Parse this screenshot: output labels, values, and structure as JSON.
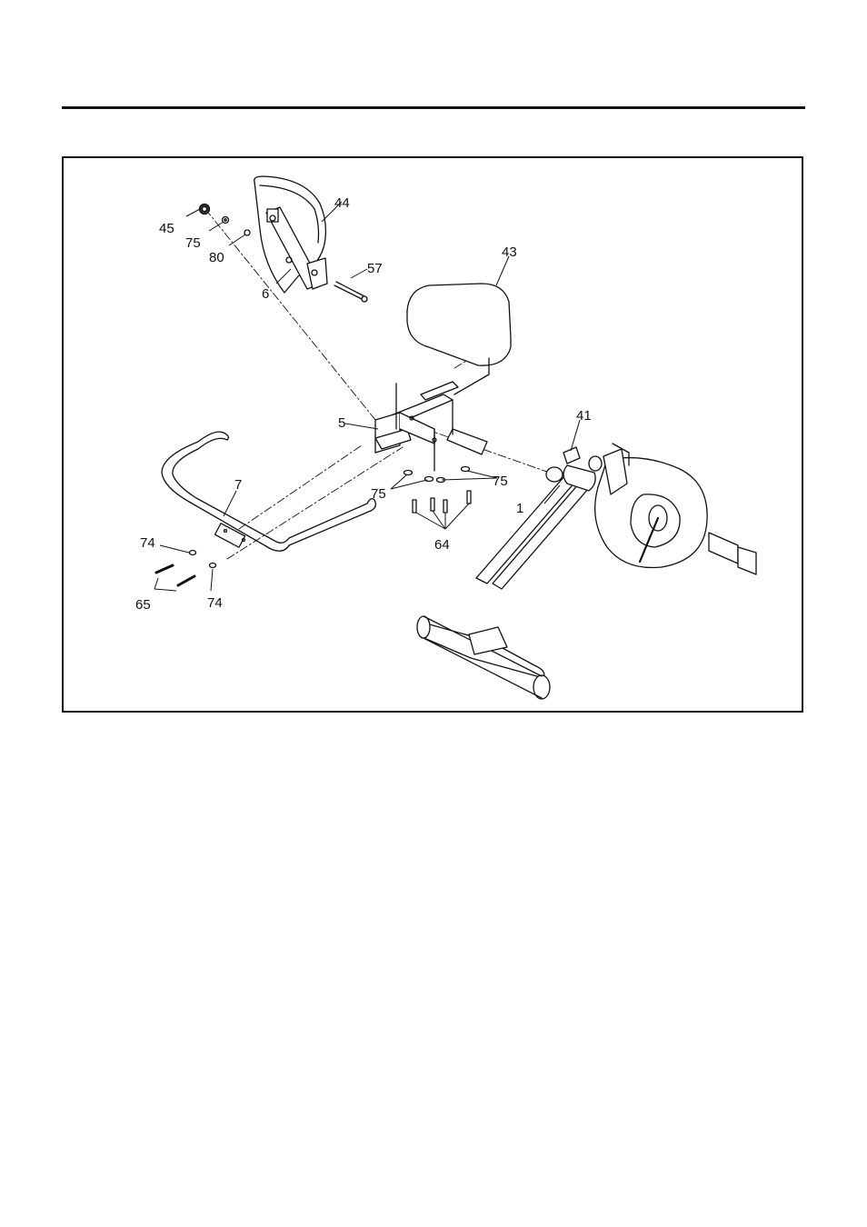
{
  "diagram": {
    "callouts": {
      "p1": "1",
      "p5": "5",
      "p6": "6",
      "p7": "7",
      "p41": "41",
      "p43": "43",
      "p44": "44",
      "p45": "45",
      "p57": "57",
      "p64": "64",
      "p65": "65",
      "p74_upper": "74",
      "p74_lower": "74",
      "p75_back": "75",
      "p75_left": "75",
      "p75_right": "75",
      "p80": "80"
    }
  }
}
